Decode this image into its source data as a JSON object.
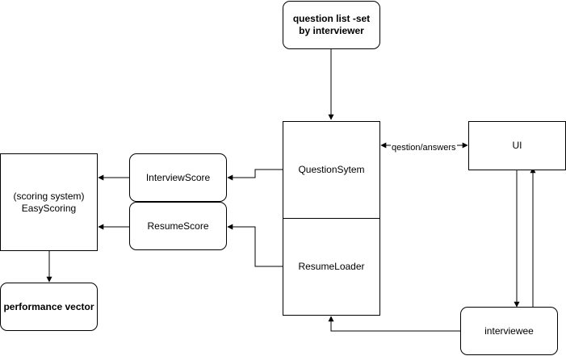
{
  "nodes": {
    "question_list": "question list -set by interviewer",
    "question_system": "QuestionSytem",
    "resume_loader": "ResumeLoader",
    "ui": "UI",
    "interviewee": "interviewee",
    "interview_score": "InterviewScore",
    "resume_score": "ResumeScore",
    "easy_scoring": "(scoring system)\nEasyScoring",
    "performance_vector": "performance vector"
  },
  "edge_labels": {
    "qs_ui": "qestion/answers"
  },
  "colors": {
    "line": "#000000",
    "fill": "#ffffff"
  }
}
